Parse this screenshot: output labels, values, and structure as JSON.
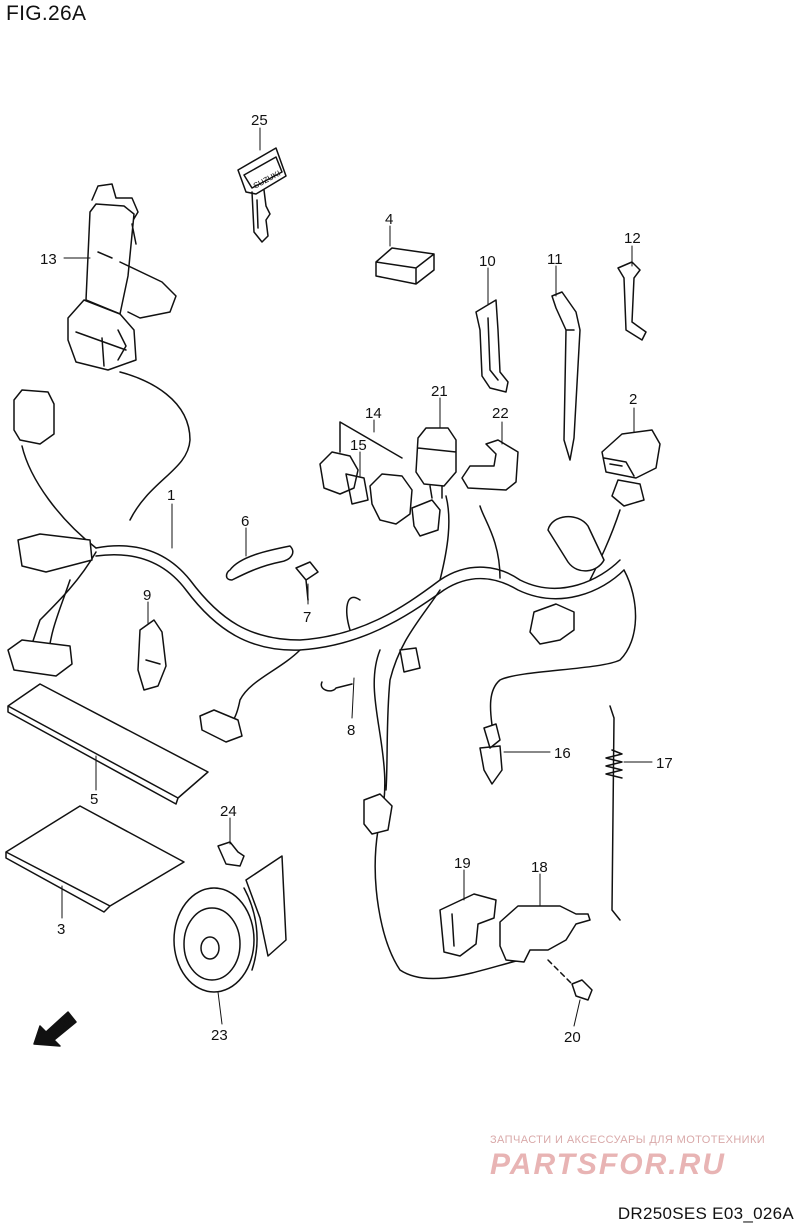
{
  "figure": {
    "title": "FIG.26A",
    "drawing_code": "DR250SES E03_026A"
  },
  "watermark": {
    "tagline": "ЗАПЧАСТИ И АКСЕССУАРЫ ДЛЯ МОТОТЕХНИКИ",
    "logo_text": "PARTSFOR.RU",
    "color": "#e8b4b4"
  },
  "parts": {
    "p1": "1",
    "p2": "2",
    "p3": "3",
    "p4": "4",
    "p5": "5",
    "p6": "6",
    "p7": "7",
    "p8": "8",
    "p9": "9",
    "p10": "10",
    "p11": "11",
    "p12": "12",
    "p13": "13",
    "p14": "14",
    "p15": "15",
    "p16": "16",
    "p17": "17",
    "p18": "18",
    "p19": "19",
    "p20": "20",
    "p21": "21",
    "p22": "22",
    "p23": "23",
    "p24": "24",
    "p25": "25"
  },
  "key_brand": "SUZUKI",
  "fwd_label": "FWD"
}
